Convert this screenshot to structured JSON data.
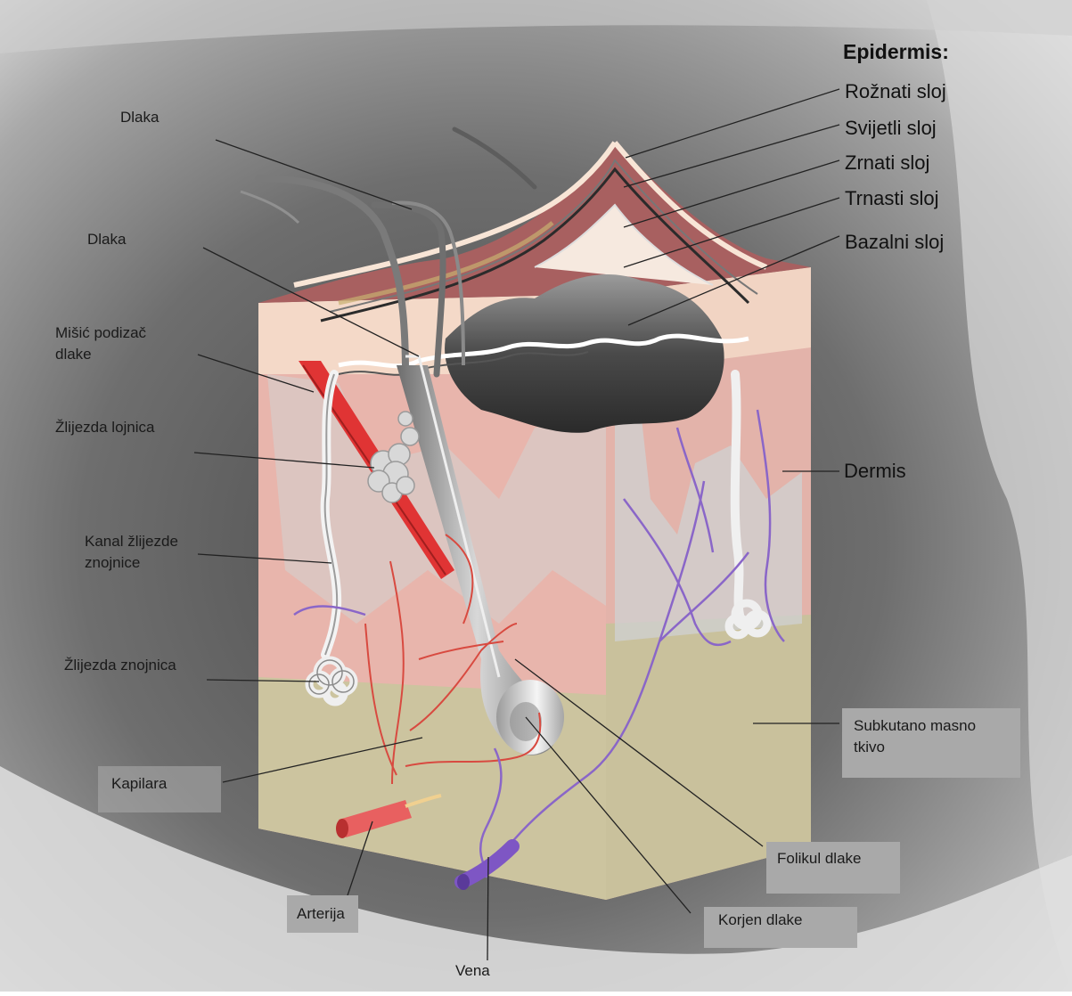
{
  "diagram": {
    "epidermis": {
      "title": "Epidermis:",
      "layers": [
        "Rožnati sloj",
        "Svijetli sloj",
        "Zrnati sloj",
        "Trnasti sloj",
        "Bazalni sloj"
      ]
    },
    "labels": {
      "dlaka_1": "Dlaka",
      "dlaka_2": "Dlaka",
      "misic_line1": "Mišić podizač",
      "misic_line2": "dlake",
      "zlijezda_lojnica": "Žlijezda lojnica",
      "kanal_line1": "Kanal žlijezde",
      "kanal_line2": "znojnice",
      "zlijezda_znojnica": "Žlijezda znojnica",
      "kapilara": "Kapilara",
      "arterija": "Arterija",
      "vena": "Vena",
      "dermis": "Dermis",
      "subkutano_line1": "Subkutano masno",
      "subkutano_line2": "tkivo",
      "folikul_dlake": "Folikul dlake",
      "korjen_dlake": "Korjen dlake"
    },
    "colors": {
      "artery": "#e03434",
      "vein": "#8a66c8",
      "dermis": "#e9b0a8",
      "epidermis": "#f4d7c4",
      "subcutaneous": "#c7bf98",
      "hair": "#8a8a8a"
    }
  }
}
